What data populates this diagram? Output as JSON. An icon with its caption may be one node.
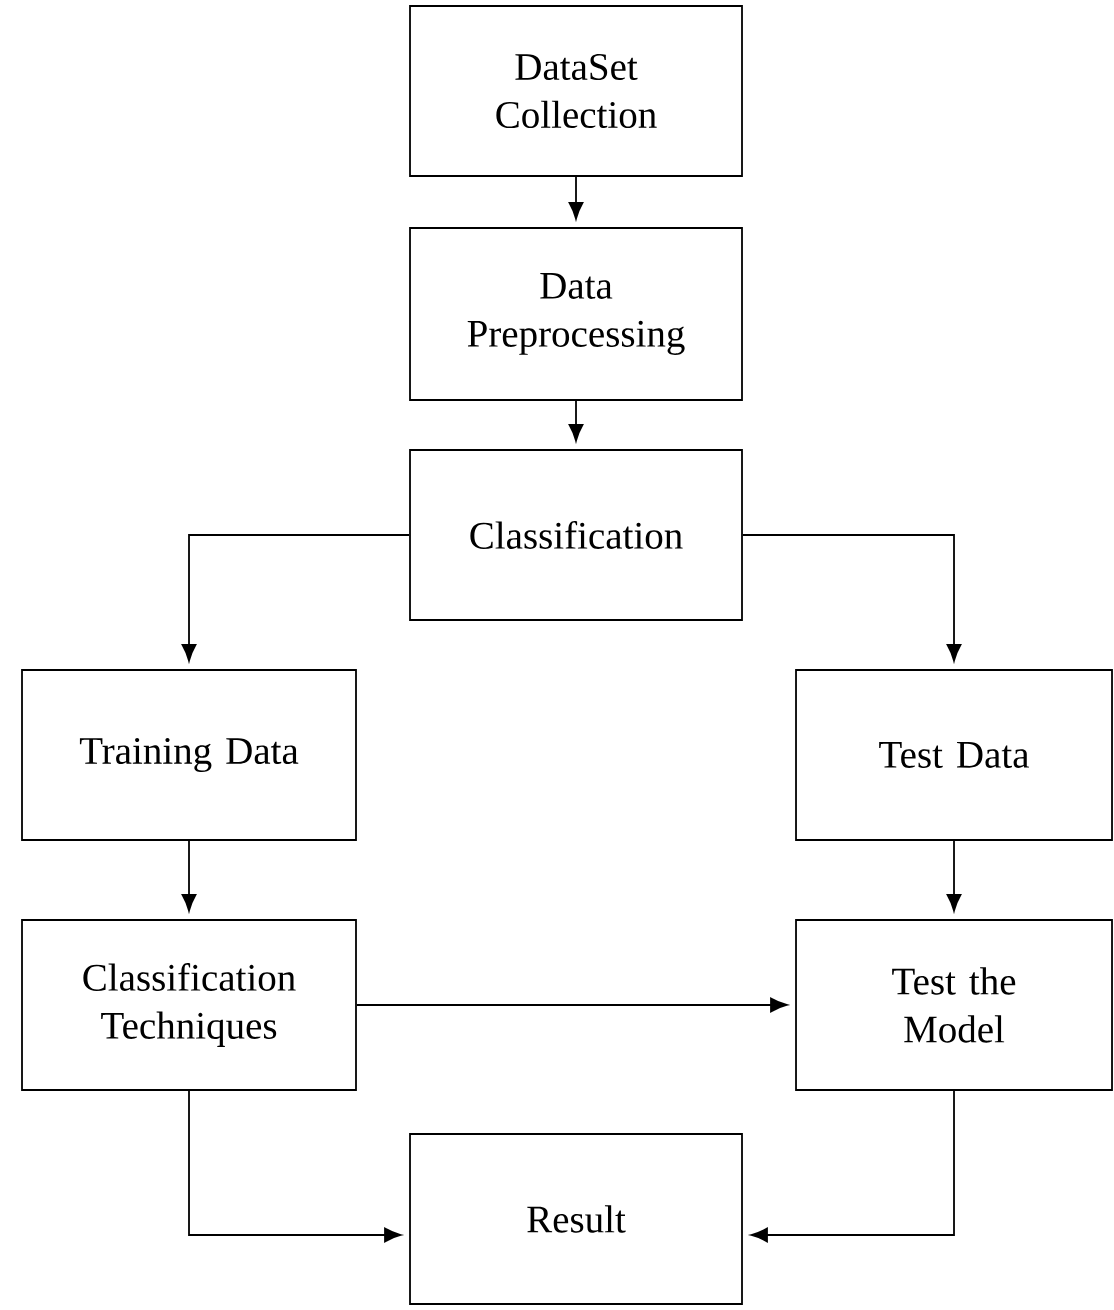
{
  "diagram": {
    "nodes": [
      {
        "text": [
          "DataSet Collection"
        ]
      },
      {
        "text": [
          "Data Preprocessing"
        ]
      },
      {
        "text": [
          "Classification"
        ]
      },
      {
        "text": [
          "Training Data"
        ]
      },
      {
        "text": [
          "Test Data"
        ]
      },
      {
        "text": [
          "Classification Techniques"
        ]
      },
      {
        "text": [
          "Test the Model"
        ]
      },
      {
        "text": [
          "Result"
        ]
      }
    ],
    "edges": [
      {
        "from": 0,
        "to": 1,
        "arrow": "to"
      },
      {
        "from": 1,
        "to": 2,
        "arrow": "to"
      },
      {
        "from": 2,
        "to": 3,
        "arrow": "to"
      },
      {
        "from": 2,
        "to": 4,
        "arrow": "to"
      },
      {
        "from": 3,
        "to": 5,
        "arrow": "to"
      },
      {
        "from": 4,
        "to": 6,
        "arrow": "to"
      },
      {
        "from": 5,
        "to": 6,
        "arrow": "to"
      },
      {
        "from": 5,
        "to": 7,
        "arrow": "to"
      },
      {
        "from": 6,
        "to": 7,
        "arrow": "to"
      }
    ]
  }
}
